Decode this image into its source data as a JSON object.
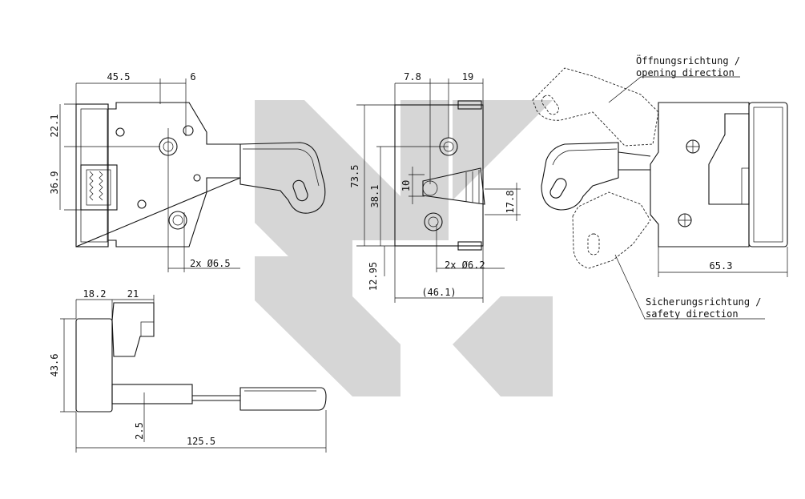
{
  "views": {
    "front_left": {
      "dims": [
        "45.5",
        "6",
        "22.1",
        "36.9",
        "2x Ø6.5"
      ]
    },
    "front_mid": {
      "dims": [
        "7.8",
        "19",
        "73.5",
        "38.1",
        "10",
        "17.8",
        "12.95",
        "2x Ø6.2",
        "(46.1)"
      ]
    },
    "right": {
      "dims": [
        "65.3"
      ],
      "opening_label_de": "Öffnungsrichtung /",
      "opening_label_en": "opening direction",
      "safety_label_de": "Sicherungsrichtung /",
      "safety_label_en": "safety direction"
    },
    "side_bottom": {
      "dims": [
        "18.2",
        "21",
        "43.6",
        "2.5",
        "125.5"
      ]
    }
  },
  "colors": {
    "line": "#111111",
    "watermark": "#d6d6d6",
    "background": "#ffffff"
  }
}
